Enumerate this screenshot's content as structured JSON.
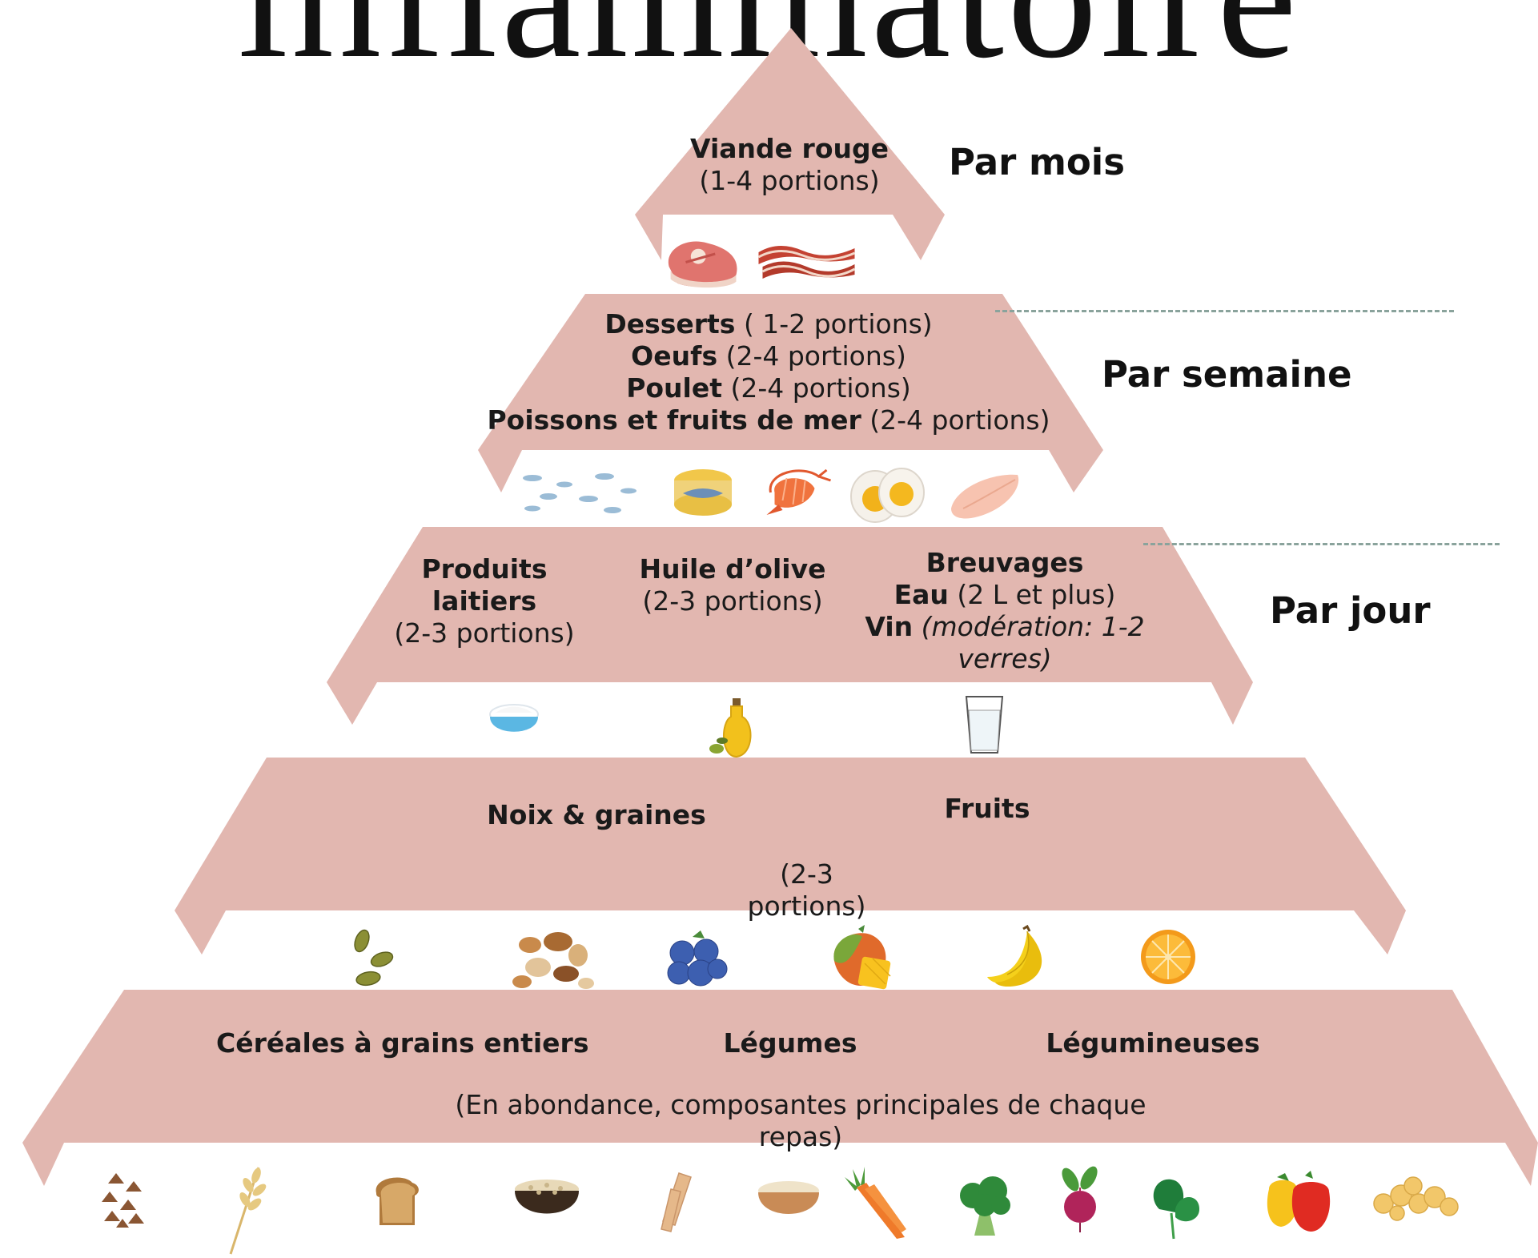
{
  "title": "inflammatoire",
  "frequencies": {
    "month": "Par mois",
    "week": "Par semaine",
    "day": "Par jour"
  },
  "tier1": {
    "name": "Viande rouge",
    "portions": "(1-4 portions)"
  },
  "tier2": {
    "items": [
      {
        "name": "Desserts",
        "portions": " ( 1-2 portions)"
      },
      {
        "name": "Oeufs",
        "portions": " (2-4 portions)"
      },
      {
        "name": "Poulet",
        "portions": " (2-4 portions)"
      },
      {
        "name": "Poissons et fruits de mer",
        "portions": " (2-4 portions)"
      }
    ]
  },
  "tier3": {
    "dairy": {
      "line1": "Produits",
      "line2": "laitiers",
      "portions": "(2-3 portions)"
    },
    "oil": {
      "name": "Huile d’olive",
      "portions": "(2-3 portions)"
    },
    "drinks": {
      "heading": "Breuvages",
      "water": "Eau",
      "water_note": " (2 L et plus)",
      "wine": "Vin",
      "wine_note1": " (modération: 1-2",
      "wine_note2": "verres)"
    }
  },
  "tier4": {
    "nuts": "Noix & graines",
    "fruits": "Fruits",
    "portions1": "(2-3",
    "portions2": "portions)"
  },
  "tier5": {
    "grains": "Céréales à grains entiers",
    "vegetables": "Légumes",
    "legumes": "Légumineuses",
    "note1": "(En abondance, composantes principales de chaque",
    "note2": "repas)"
  },
  "colors": {
    "tier": "#e2b7b0",
    "dash": "#8aa39c"
  },
  "icons": {
    "tier1": [
      "steak-icon",
      "bacon-icon"
    ],
    "tier2": [
      "fish-school-icon",
      "canned-tuna-icon",
      "shrimp-icon",
      "boiled-egg-icon",
      "chicken-breast-icon"
    ],
    "tier3": [
      "yogurt-bowl-icon",
      "olive-oil-icon",
      "water-glass-icon"
    ],
    "tier4": [
      "pumpkin-seeds-icon",
      "mixed-nuts-icon",
      "blueberries-icon",
      "mango-icon",
      "banana-icon",
      "orange-icon"
    ],
    "tier5": [
      "buckwheat-icon",
      "wheat-icon",
      "bread-icon",
      "rice-bowl-icon",
      "pasta-icon",
      "grain-bowl-icon",
      "carrot-icon",
      "broccoli-icon",
      "beet-icon",
      "spinach-icon",
      "peppers-icon",
      "chickpeas-icon"
    ]
  }
}
